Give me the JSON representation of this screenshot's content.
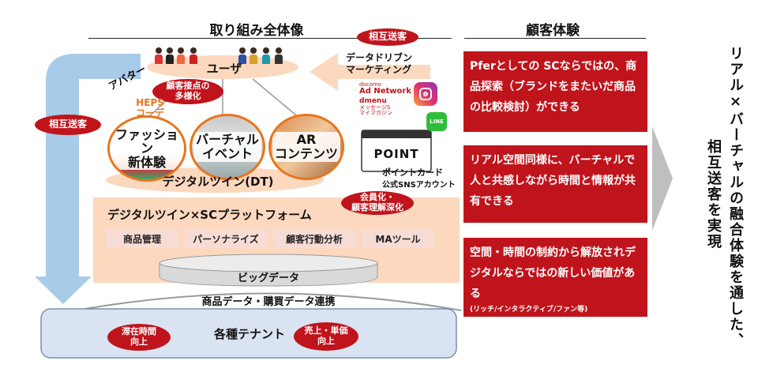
{
  "headers": {
    "overview": "取り組み全体像",
    "experience": "顧客体験"
  },
  "badges": {
    "mutual_top": "相互送客",
    "mutual_left": "相互送客",
    "touchpoints": "顧客接点の\n多様化",
    "membership": "会員化・\n顧客理解深化",
    "stay_time": "滞在時間\n向上",
    "sales": "売上・単価\n向上"
  },
  "labels": {
    "user": "ユーザ",
    "avatar": "アバター",
    "data_driven": "データドリブン\nマーケティング",
    "digital_twin": "デジタルツイン(DT)",
    "platform": "デジタルツイン×SCプラットフォーム",
    "big_data": "ビッグデータ",
    "data_link": "商品データ・購買データ連携",
    "tenants": "各種テナント",
    "point_card": "ポイントカード",
    "sns": "公式SNSアカウント",
    "point": "POINT"
  },
  "circles": [
    {
      "label": "ファッション\n新体験",
      "tag": "HEPS\nコーデ"
    },
    {
      "label": "バーチャル\nイベント"
    },
    {
      "label": "AR\nコンテンツ"
    }
  ],
  "tools": [
    "商品管理",
    "パーソナライズ",
    "顧客行動分析",
    "MAツール"
  ],
  "ads": {
    "docomo": "docomo",
    "ad_network": "Ad Network",
    "dmenu": "dmenu",
    "message": "メッセージS",
    "magazine": "マイマガジン",
    "line": "LINE"
  },
  "experience_items": [
    {
      "text": "Pferとしての SCならではの、商品探索（ブランドをまたいだ商品の比較検討）ができる"
    },
    {
      "text": "リアル空間同様に、バーチャルで人と共感しながら時間と情報が共有できる"
    },
    {
      "text": "空間・時間の制約から解放されデジタルならではの新しい価値がある",
      "note": "(リッチ/インタラクティブ/ファン等)"
    }
  ],
  "vertical_text": [
    "リアル×バーチャルの融合体験を通した、",
    "相互送客を実現"
  ],
  "colors": {
    "accent_red": "#c0141c",
    "orange": "#e8761e",
    "peach": "#fcd8bf",
    "blue": "#a9cbea",
    "grey": "#bfbfbf"
  }
}
